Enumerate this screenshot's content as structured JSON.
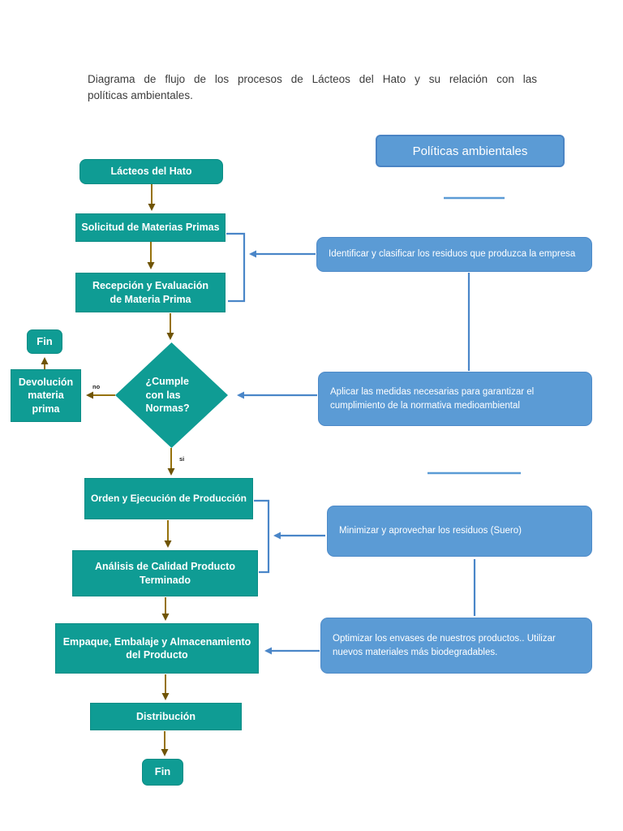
{
  "page": {
    "title_line1": "Diagrama de flujo de los procesos de Lácteos del Hato y su relación con las",
    "title_line2": "políticas ambientales."
  },
  "colors": {
    "node_teal": "#0f9c94",
    "policy_blue": "#5b9bd5",
    "flow_arrow_gold": "#96720c",
    "policy_connector_blue": "#4a86c8",
    "title_text": "#3c3c3c"
  },
  "flowchart": {
    "nodes": {
      "start": "Lácteos del Hato",
      "solicitud": "Solicitud de Materias Primas",
      "recepcion": "Recepción y Evaluación de Materia Prima",
      "fin_left": "Fin",
      "devolucion": "Devolución materia prima",
      "decision": "¿Cumple con las Normas?",
      "orden": "Orden y Ejecución de Producción",
      "analisis": "Análisis de Calidad Producto Terminado",
      "empaque": "Empaque, Embalaje y Almacenamiento del Producto",
      "distribucion": "Distribución",
      "fin_bottom": "Fin"
    },
    "branch_labels": {
      "no": "no",
      "si": "si"
    }
  },
  "policies": {
    "header": "Políticas ambientales",
    "items": [
      "Identificar y clasificar los residuos que produzca la empresa",
      "Aplicar las medidas necesarias para garantizar el cumplimiento de la normativa medioambiental",
      "Minimizar y aprovechar los residuos (Suero)",
      "Optimizar los envases de nuestros productos.. Utilizar nuevos materiales más biodegradables."
    ]
  }
}
